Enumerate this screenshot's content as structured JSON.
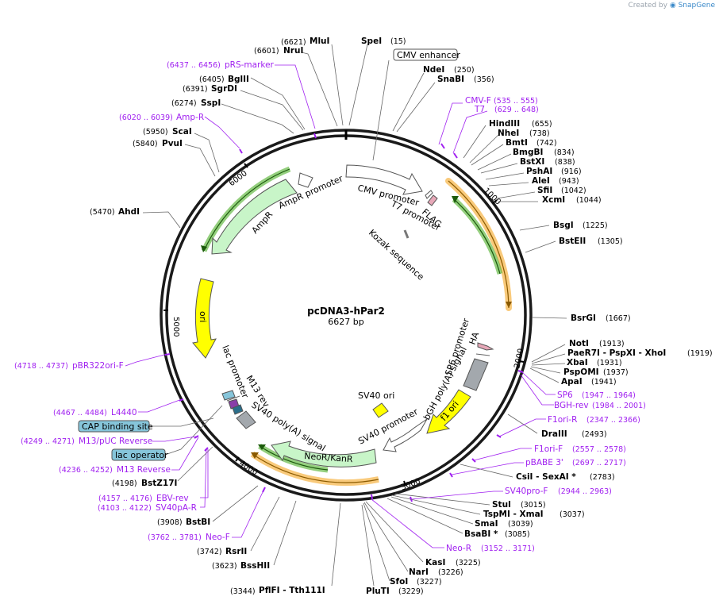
{
  "credit": {
    "prefix": "Created by",
    "brand": "SnapGene"
  },
  "plasmid": {
    "name": "pcDNA3-hPar2",
    "length": "6627 bp"
  },
  "ticks": [
    "1000",
    "2000",
    "3000",
    "4000",
    "5000",
    "6000"
  ],
  "features": {
    "cmv_enhancer": "CMV enhancer",
    "cmv_promoter": "CMV promoter",
    "t7_promoter": "T7 promoter",
    "flag": "FLAG",
    "kozak": "Kozak sequence",
    "ha": "HA",
    "sp6_promoter": "SP6 promoter",
    "bgh": "bGH poly(A) signal",
    "f1_ori": "f1 ori",
    "sv40_ori": "SV40 ori",
    "sv40_promoter": "SV40 promoter",
    "neor": "NeoR/KanR",
    "sv40_polya": "SV40 poly(A) signal",
    "m13_rev": "M13 rev",
    "lac_promoter": "lac promoter",
    "ori": "ori",
    "ampr": "AmpR",
    "ampr_promoter": "AmpR promoter",
    "cap": "CAP binding site",
    "lac_operator": "lac operator"
  },
  "enzymes": [
    {
      "name": "MluI",
      "pos": "(6621)"
    },
    {
      "name": "SpeI",
      "pos": "(15)"
    },
    {
      "name": "NruI",
      "pos": "(6601)"
    },
    {
      "name": "NdeI",
      "pos": "(250)"
    },
    {
      "name": "SnaBI",
      "pos": "(356)"
    },
    {
      "name": "BglII",
      "pos": "(6405)"
    },
    {
      "name": "SgrDI",
      "pos": "(6391)"
    },
    {
      "name": "SspI",
      "pos": "(6274)"
    },
    {
      "name": "HindIII",
      "pos": "(655)"
    },
    {
      "name": "NheI",
      "pos": "(738)"
    },
    {
      "name": "BmtI",
      "pos": "(742)"
    },
    {
      "name": "BmgBI",
      "pos": "(834)"
    },
    {
      "name": "BstXI",
      "pos": "(838)"
    },
    {
      "name": "PshAI",
      "pos": "(916)"
    },
    {
      "name": "AleI",
      "pos": "(943)"
    },
    {
      "name": "SfiI",
      "pos": "(1042)"
    },
    {
      "name": "XcmI",
      "pos": "(1044)"
    },
    {
      "name": "ScaI",
      "pos": "(5950)"
    },
    {
      "name": "PvuI",
      "pos": "(5840)"
    },
    {
      "name": "AhdI",
      "pos": "(5470)"
    },
    {
      "name": "BsgI",
      "pos": "(1225)"
    },
    {
      "name": "BstEII",
      "pos": "(1305)"
    },
    {
      "name": "BsrGI",
      "pos": "(1667)"
    },
    {
      "name": "NotI",
      "pos": "(1913)"
    },
    {
      "name": "PaeR7I - PspXI - XhoI",
      "pos": "(1919)"
    },
    {
      "name": "XbaI",
      "pos": "(1931)"
    },
    {
      "name": "PspOMI",
      "pos": "(1937)"
    },
    {
      "name": "ApaI",
      "pos": "(1941)"
    },
    {
      "name": "DraIII",
      "pos": "(2493)"
    },
    {
      "name": "CsiI - SexAI *",
      "pos": "(2783)"
    },
    {
      "name": "StuI",
      "pos": "(3015)"
    },
    {
      "name": "TspMI - XmaI",
      "pos": "(3037)"
    },
    {
      "name": "SmaI",
      "pos": "(3039)"
    },
    {
      "name": "BsaBI *",
      "pos": "(3085)"
    },
    {
      "name": "KasI",
      "pos": "(3225)"
    },
    {
      "name": "NarI",
      "pos": "(3226)"
    },
    {
      "name": "SfoI",
      "pos": "(3227)"
    },
    {
      "name": "PluTI",
      "pos": "(3229)"
    },
    {
      "name": "PflFI - Tth111I",
      "pos": "(3344)"
    },
    {
      "name": "BssHII",
      "pos": "(3623)"
    },
    {
      "name": "RsrII",
      "pos": "(3742)"
    },
    {
      "name": "BstBI",
      "pos": "(3908)"
    },
    {
      "name": "BstZ17I",
      "pos": "(4198)"
    }
  ],
  "primers": [
    {
      "name": "pRS-marker",
      "pos": "(6437 .. 6456)"
    },
    {
      "name": "Amp-R",
      "pos": "(6020 .. 6039)"
    },
    {
      "name": "CMV-F",
      "pos": "(535 .. 555)"
    },
    {
      "name": "T7",
      "pos": "(629 .. 648)"
    },
    {
      "name": "SP6",
      "pos": "(1947 .. 1964)"
    },
    {
      "name": "BGH-rev",
      "pos": "(1984 .. 2001)"
    },
    {
      "name": "F1ori-R",
      "pos": "(2347 .. 2366)"
    },
    {
      "name": "F1ori-F",
      "pos": "(2557 .. 2578)"
    },
    {
      "name": "pBABE 3'",
      "pos": "(2697 .. 2717)"
    },
    {
      "name": "SV40pro-F",
      "pos": "(2944 .. 2963)"
    },
    {
      "name": "Neo-R",
      "pos": "(3152 .. 3171)"
    },
    {
      "name": "Neo-F",
      "pos": "(3762 .. 3781)"
    },
    {
      "name": "EBV-rev",
      "pos": "(4157 .. 4176)"
    },
    {
      "name": "SV40pA-R",
      "pos": "(4103 .. 4122)"
    },
    {
      "name": "M13 Reverse",
      "pos": "(4236 .. 4252)"
    },
    {
      "name": "M13/pUC Reverse",
      "pos": "(4249 .. 4271)"
    },
    {
      "name": "L4440",
      "pos": "(4467 .. 4484)"
    },
    {
      "name": "pBR322ori-F",
      "pos": "(4718 .. 4737)"
    }
  ],
  "colors": {
    "backbone": "#1a1a1a",
    "primer": "#a020f0",
    "orf_orange": "#f5a623",
    "orf_green": "#4caf28",
    "ampr_fill": "#c8f5c8",
    "ori_fill": "#ffff00",
    "gray": "#a3a8ad",
    "box_blue": "#86c5da"
  }
}
